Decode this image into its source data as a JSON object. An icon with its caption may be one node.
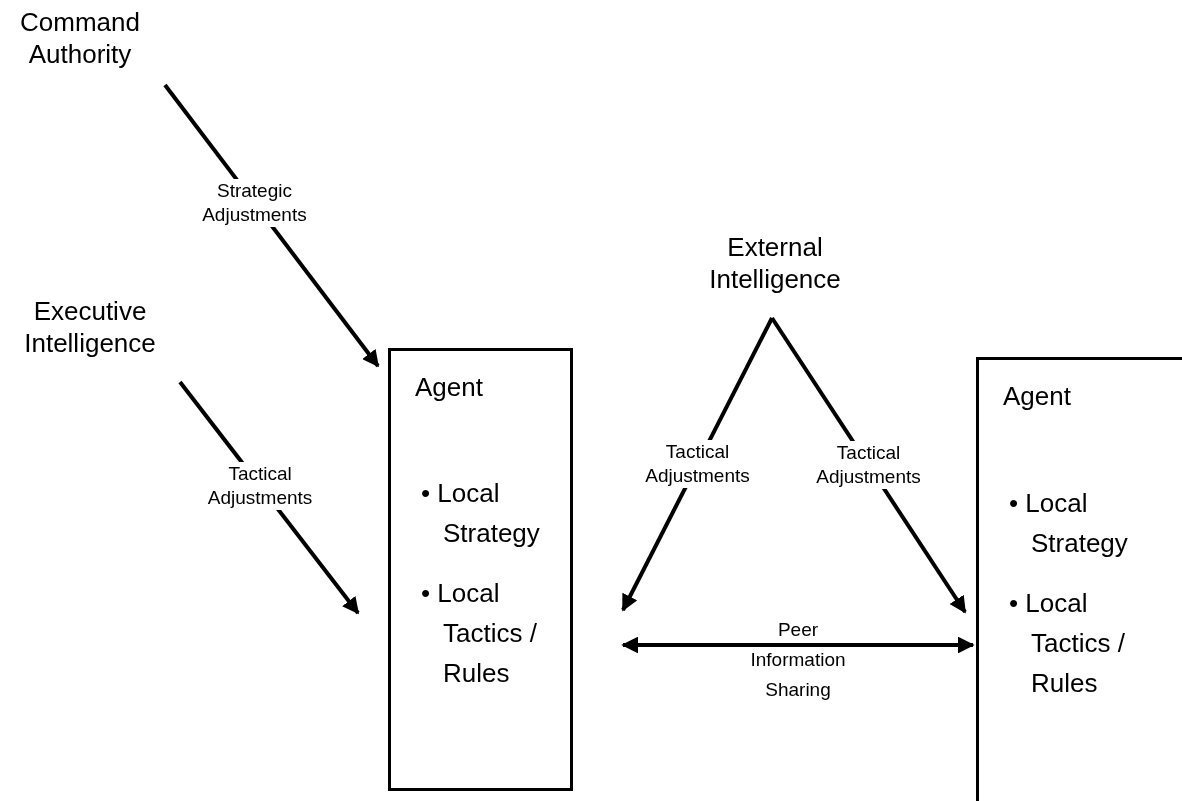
{
  "diagram": {
    "nodes": [
      {
        "text": [
          "Command Authority"
        ]
      },
      {
        "text": [
          "Executive Intelligence"
        ]
      },
      {
        "text": [
          "Agent",
          "• Local Strategy",
          "• Local Tactics / Rules"
        ]
      },
      {
        "text": [
          "External Intelligence"
        ]
      },
      {
        "text": [
          "Agent",
          "• Local Strategy",
          "• Local Tactics / Rules"
        ]
      }
    ],
    "edges": [
      {
        "from": 0,
        "to": 2,
        "arrow": "to",
        "label": "Strategic Adjustments"
      },
      {
        "from": 1,
        "to": 2,
        "arrow": "to",
        "label": "Tactical Adjustments"
      },
      {
        "from": 3,
        "to": 2,
        "arrow": "to",
        "label": "Tactical Adjustments"
      },
      {
        "from": 3,
        "to": 4,
        "arrow": "to",
        "label": "Tactical Adjustments"
      },
      {
        "from": 2,
        "to": 4,
        "arrow": "both",
        "label": "Peer Information Sharing"
      }
    ]
  }
}
